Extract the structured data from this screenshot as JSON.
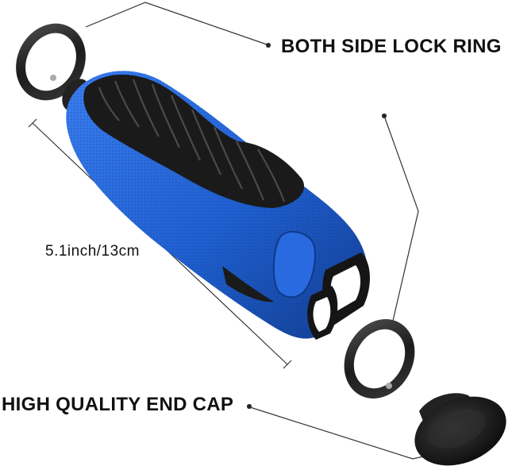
{
  "labels": {
    "lock_ring": "BOTH SIDE LOCK RING",
    "end_cap": "HIGH QUALITY END CAP",
    "length": "5.1inch/13cm"
  },
  "colors": {
    "grip_blue": "#1f5fd0",
    "grip_blue_dark": "#123d8f",
    "rubber_black": "#1a1a1a",
    "ring_black": "#202020",
    "line": "#333333"
  }
}
